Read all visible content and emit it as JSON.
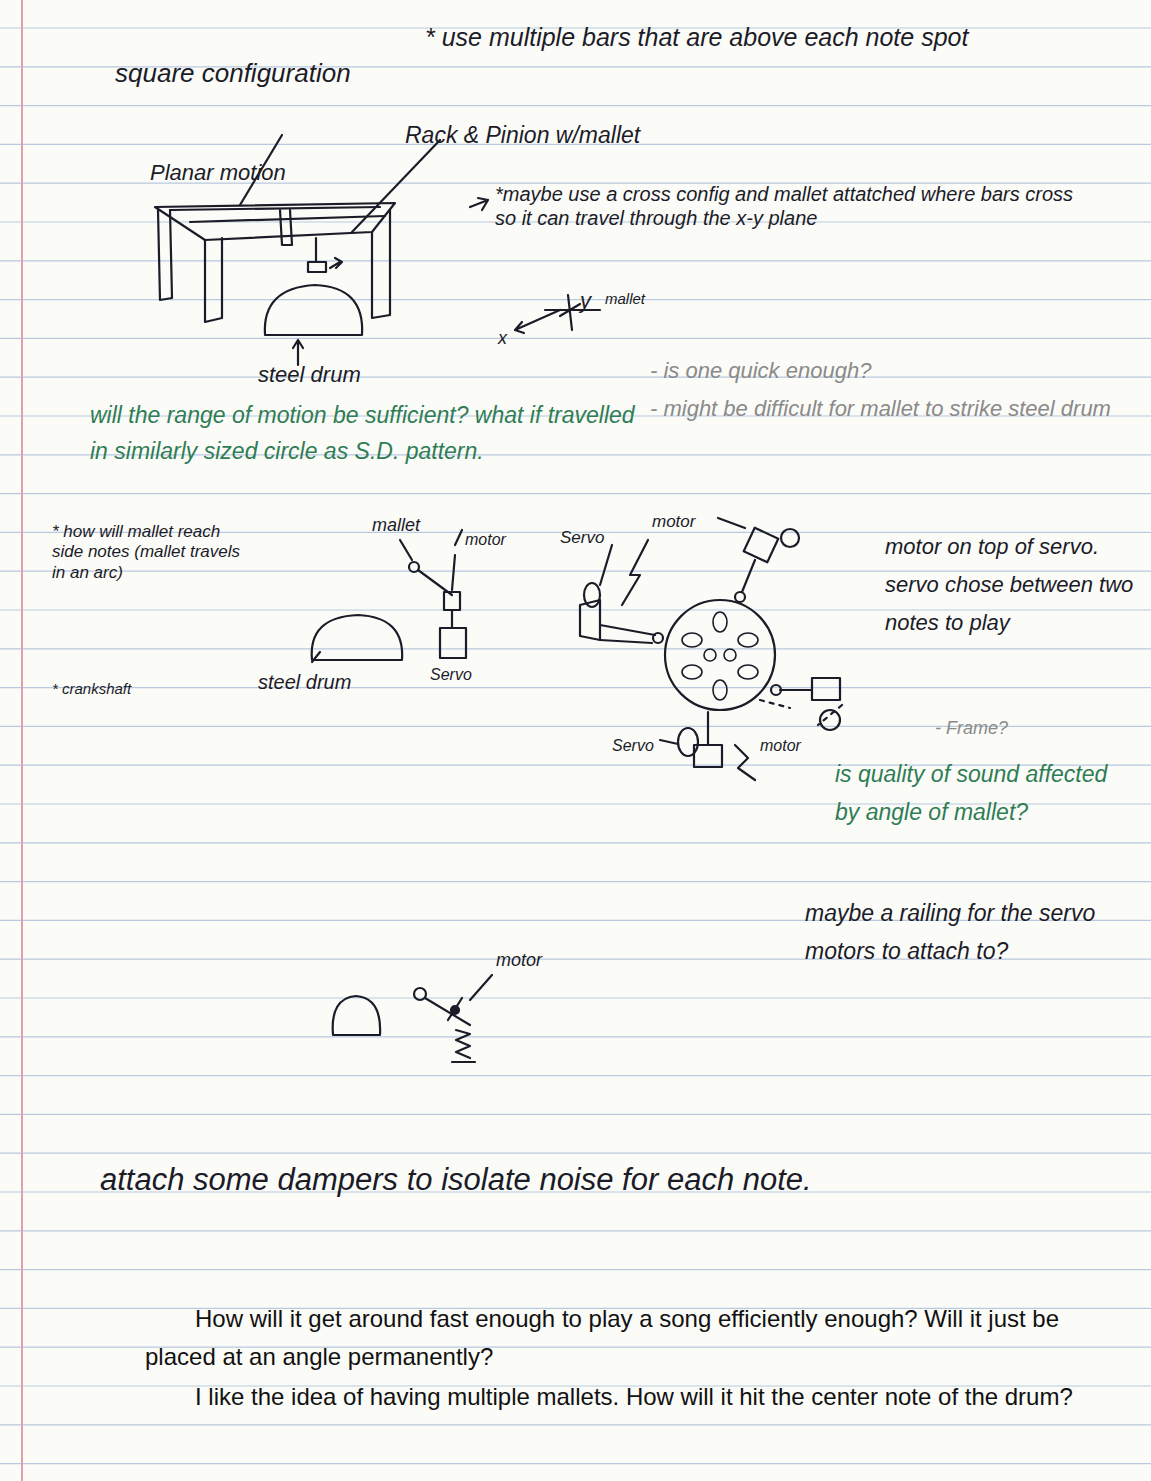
{
  "diagram": {
    "labels": [
      "square configuration",
      "* use multiple bars that are above each note spot",
      "Rack & Pinion w/mallet",
      "Planar motion",
      "*maybe use a cross config and mallet attatched where bars cross so it can travel through the x-y plane",
      "y",
      "x",
      "mallet",
      "steel drum",
      "- is one quick enough?",
      "- might be difficult for mallet to strike steel drum",
      "will the range of motion be sufficient? what if travelled in similarly sized circle as S.D. pattern.",
      "* how will mallet reach side notes (mallet travels in an arc)",
      "mallet",
      "motor",
      "Servo",
      "motor",
      "steel drum",
      "Servo",
      "* crankshaft",
      "motor on top of servo. servo chose between two notes to play",
      "Servo",
      "motor",
      "- Frame?",
      "is quality of sound affected by angle of mallet?",
      "maybe a railing for the servo motors to attach to?",
      "motor",
      "attach some dampers to isolate noise for each note.",
      "How will it get around fast enough to play a song efficiently enough? Will it just be placed at an angle permanently?",
      "I like the idea of having multiple mallets. How will it hit the center note of the drum?"
    ]
  }
}
